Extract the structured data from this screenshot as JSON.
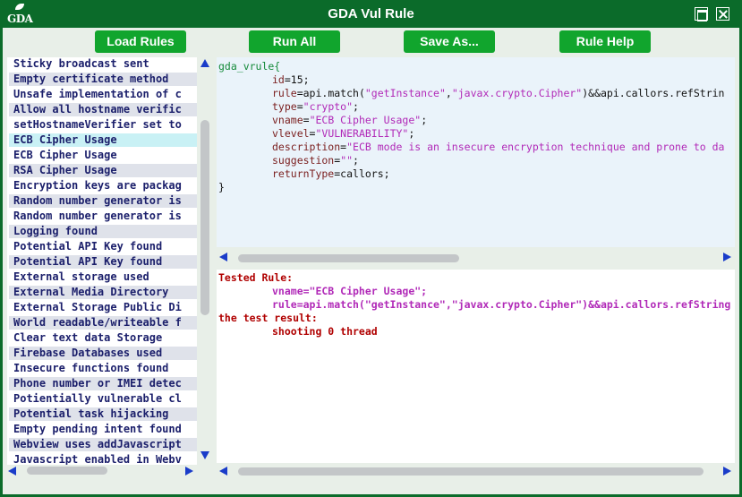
{
  "window": {
    "logo_text": "GDA",
    "title": "GDA Vul Rule",
    "maximize_icon": "maximize-icon",
    "close_icon": "close-icon"
  },
  "toolbar": {
    "load_rules": "Load Rules",
    "run_all": "Run All",
    "save_as": "Save As...",
    "rule_help": "Rule Help"
  },
  "rules": [
    "Sticky broadcast sent",
    "Empty certificate method",
    "Unsafe implementation of c",
    "Allow all hostname verific",
    "setHostnameVerifier set to",
    "ECB Cipher Usage",
    "ECB Cipher Usage",
    "RSA Cipher Usage",
    "Encryption keys are packag",
    "Random number generator is",
    "Random number generator is",
    "Logging found",
    "Potential API Key found",
    "Potential API Key found",
    "External storage used",
    "External Media Directory",
    "External Storage Public Di",
    "World readable/writeable f",
    "Clear text data Storage",
    "Firebase Databases used",
    "Insecure functions found",
    "Phone number or IMEI detec",
    "Potientially vulnerable cl",
    "Potential task hijacking",
    "Empty pending intent found",
    "Webview uses addJavascript",
    "Javascript enabled in Webv"
  ],
  "rule_source": {
    "header": "gda_vrule{",
    "id_key": "id",
    "id_val": "=15;",
    "rule_key": "rule",
    "rule_pre": "=api.match(",
    "rule_s1": "\"getInstance\"",
    "rule_comma": ",",
    "rule_s2": "\"javax.crypto.Cipher\"",
    "rule_post": ")&&api.callors.refStrin",
    "type_key": "type",
    "type_eq": "=",
    "type_val": "\"crypto\"",
    "type_end": ";",
    "vname_key": "vname",
    "vname_eq": "=",
    "vname_val": "\"ECB Cipher Usage\"",
    "vname_end": ";",
    "vlevel_key": "vlevel",
    "vlevel_eq": "=",
    "vlevel_val": "\"VULNERABILITY\"",
    "vlevel_end": ";",
    "desc_key": "description",
    "desc_eq": "=",
    "desc_val": "\"ECB mode is an insecure encryption technique and prone to da",
    "sugg_key": "suggestion",
    "sugg_eq": "=",
    "sugg_val": "\"\"",
    "sugg_end": ";",
    "ret_key": "returnType",
    "ret_val": "=callors;",
    "footer": "}"
  },
  "test_output": {
    "label": "Tested Rule:",
    "vname_line": "vname=\"ECB Cipher Usage\";",
    "rule_line": "rule=api.match(\"getInstance\",\"javax.crypto.Cipher\")&&api.callors.refString",
    "result_label": "the test result:",
    "result_value": "shooting 0 thread"
  },
  "colors": {
    "title_bar": "#0b6b2a",
    "button": "#11a52d",
    "scroll_arrow": "#1a3cc9",
    "selected_row": "#c9f1f5",
    "alt_row": "#dfe2ea",
    "editor_bg": "#eaf3fa"
  }
}
